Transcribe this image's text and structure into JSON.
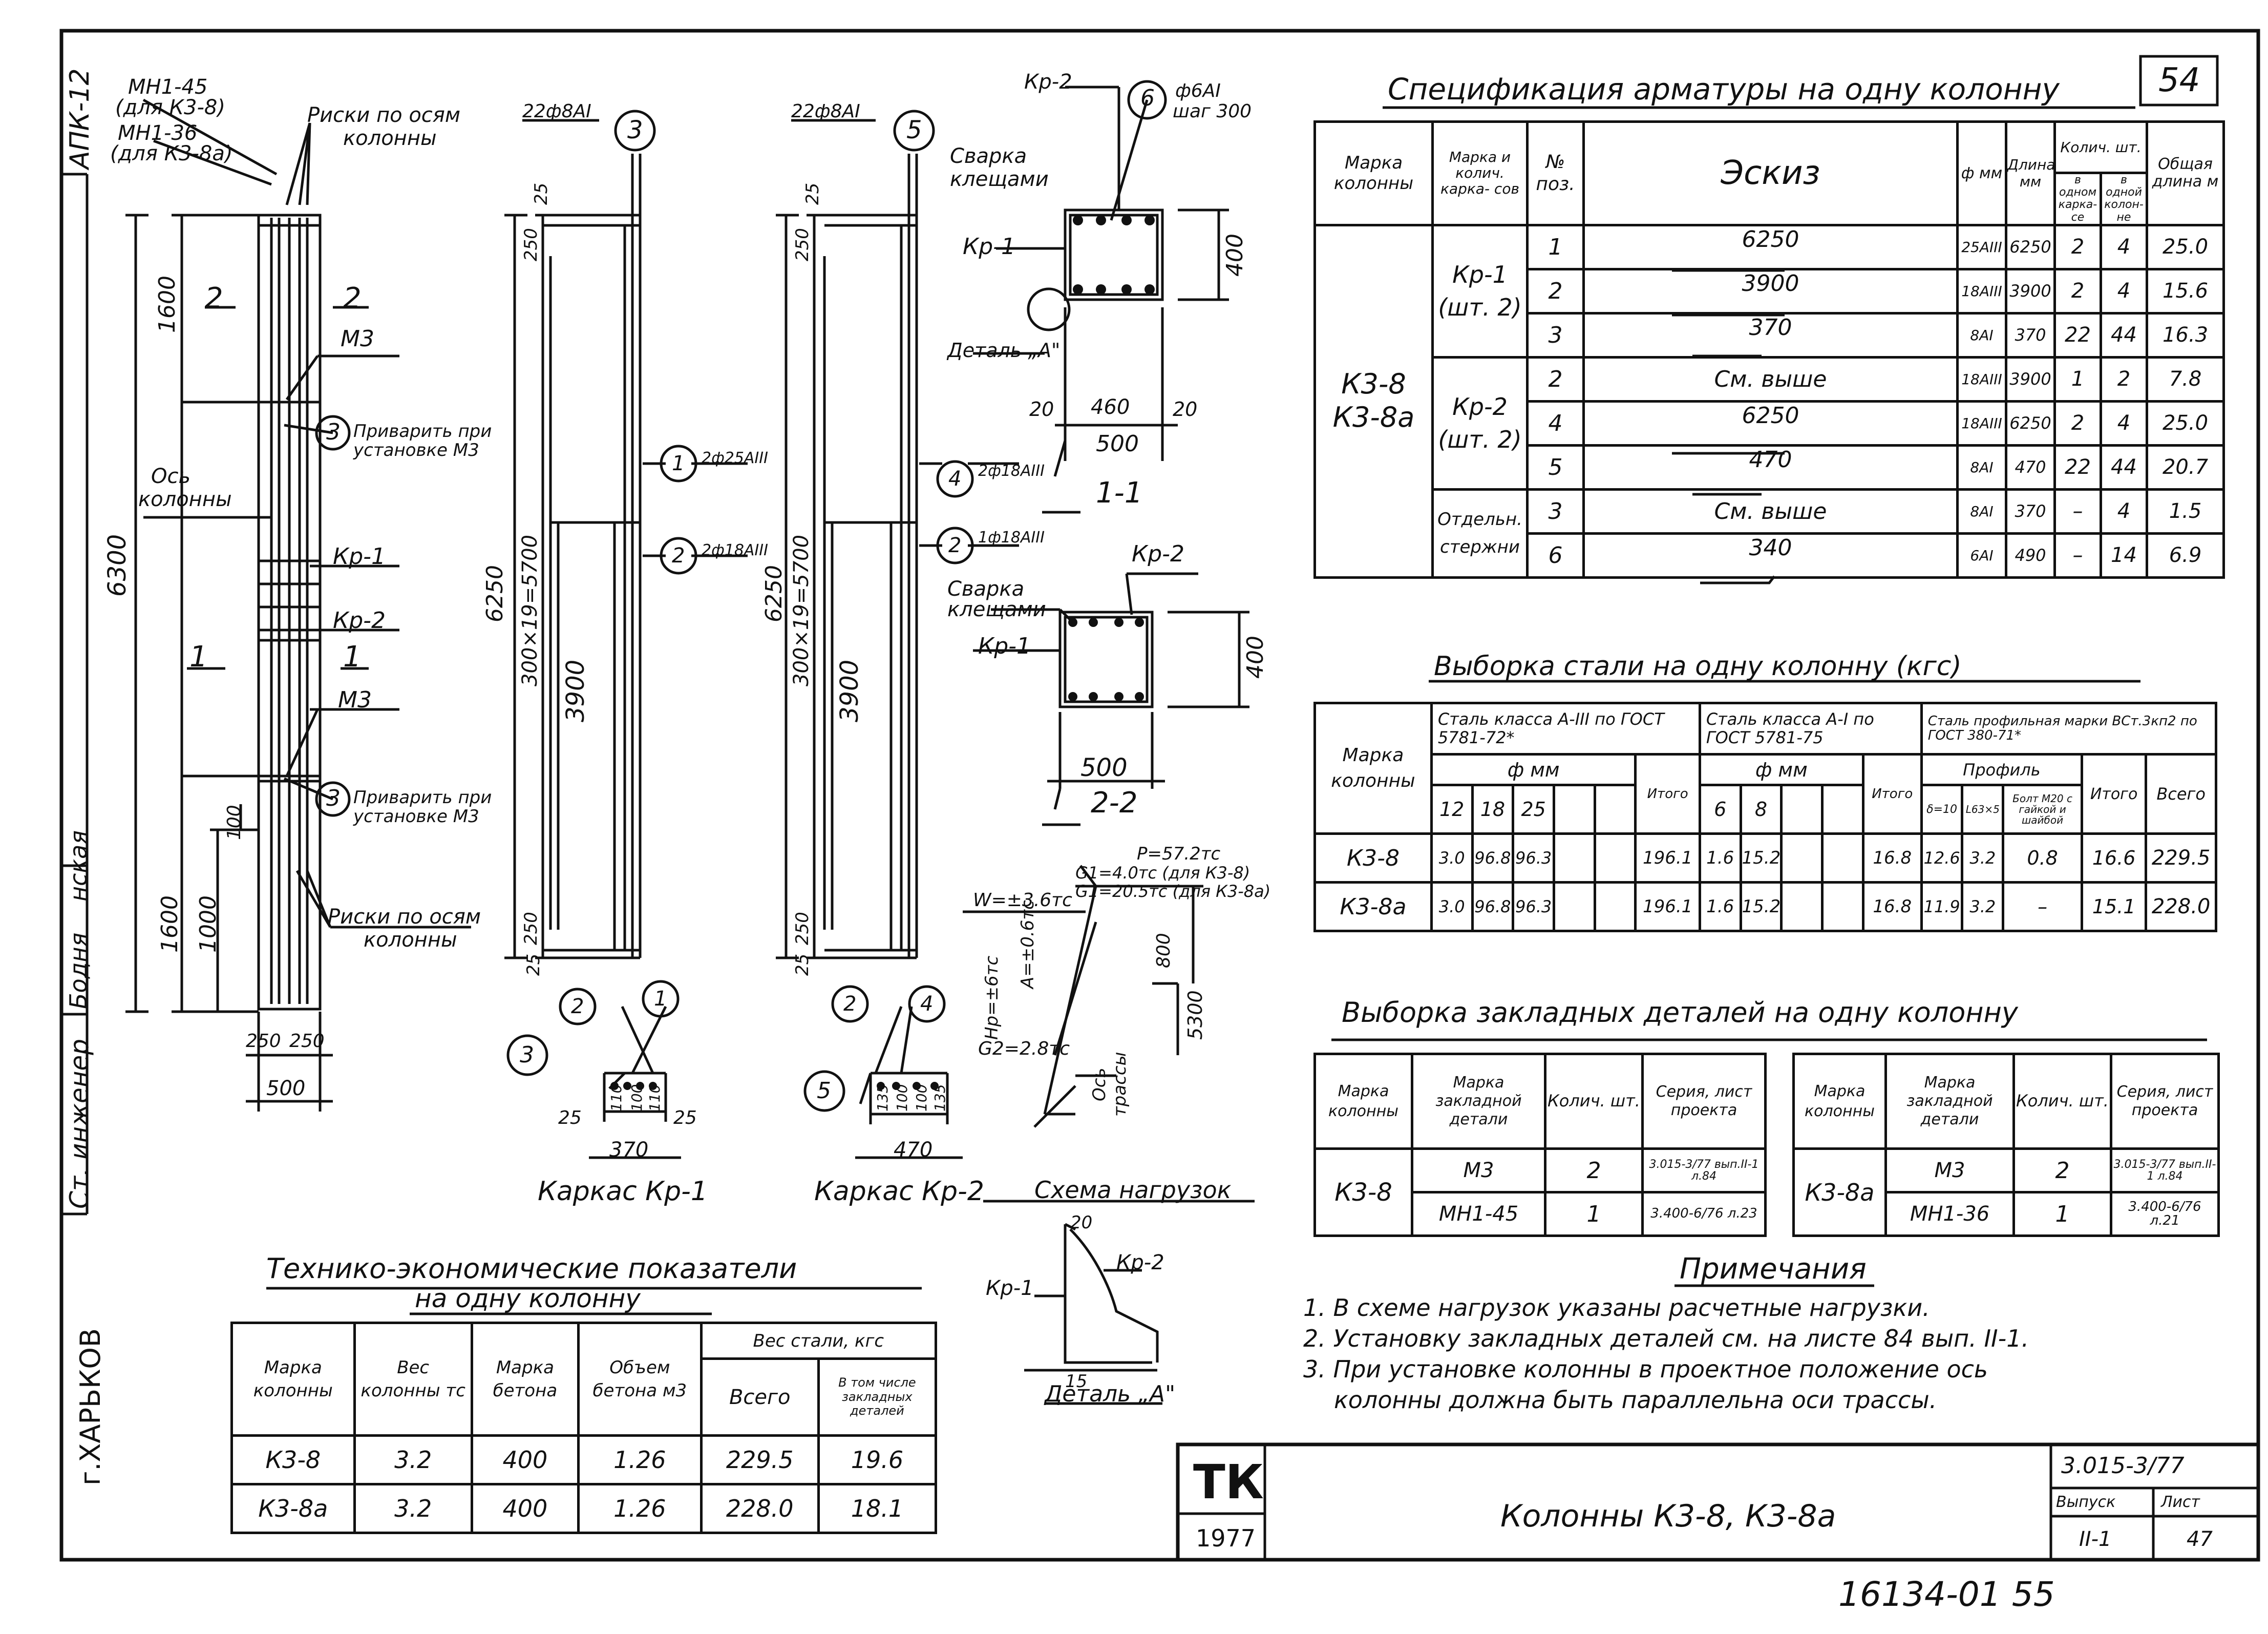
{
  "page_number": "54",
  "bottom_number": "16134-01  55",
  "left_strip": {
    "project": "АПК-12",
    "city": "г.ХАРЬКОВ",
    "position": "Ст. инженер",
    "name": "Бодня",
    "name2": "нская"
  },
  "column_view": {
    "lbl_mn145": "МН1-45",
    "lbl_for_k38": "(для К3-8)",
    "lbl_mn136": "МН1-36",
    "lbl_for_k38a": "(для К3-8а)",
    "lbl_riski_top": "Риски по осям",
    "lbl_riski_top2": "колонны",
    "dim_1600_top": "1600",
    "sec2_a": "2",
    "sec2_b": "2",
    "lbl_m3_top": "М3",
    "c3_top": "3",
    "weld_top": "Приварить при",
    "weld_top2": "установке М3",
    "lbl_os": "Ось",
    "lbl_os2": "колонны",
    "dim_6300": "6300",
    "lbl_kr1": "Кр-1",
    "lbl_kr2": "Кр-2",
    "sec1_a": "1",
    "sec1_b": "1",
    "lbl_m3_bot": "М3",
    "c3_bot": "3",
    "weld_bot": "Приварить при",
    "weld_bot2": "установке М3",
    "dim_1600_bot": "1600",
    "dim_1000": "1000",
    "dim_100": "100",
    "lbl_riski_bot": "Риски по осям",
    "lbl_riski_bot2": "колонны",
    "dim_250a": "250",
    "dim_250b": "250",
    "dim_500": "500"
  },
  "kr1_frame": {
    "title": "Каркас Кр-1",
    "top_bar": "22ф8АI",
    "c3": "3",
    "dim_25_top": "25",
    "dim_250_top": "250",
    "dim_6250": "6250",
    "dim_pitch": "300×19=5700",
    "dim_3900": "3900",
    "dim_250_bot": "250",
    "dim_25_bot": "25",
    "c1": "1",
    "bar1": "2ф25АIII",
    "c2": "2",
    "bar2": "2ф18АIII",
    "sec_c2": "2",
    "sec_c1": "1",
    "sec_c3": "3",
    "sec_25a": "25",
    "sec_110a": "110",
    "sec_100": "100",
    "sec_110b": "110",
    "sec_25b": "25",
    "sec_370": "370"
  },
  "kr2_frame": {
    "title": "Каркас Кр-2",
    "top_bar": "22ф8АI",
    "c5": "5",
    "dim_25_top": "25",
    "dim_250_top": "250",
    "dim_6250": "6250",
    "dim_pitch": "300×19=5700",
    "dim_3900": "3900",
    "dim_250_bot": "250",
    "dim_25_bot": "25",
    "c4": "4",
    "bar4": "2ф18АIII",
    "c2": "2",
    "bar2": "1ф18АIII",
    "sec_c2": "2",
    "sec_c4": "4",
    "sec_c5": "5",
    "sec_135a": "135",
    "sec_100a": "100",
    "sec_100b": "100",
    "sec_135b": "135",
    "sec_470": "470"
  },
  "section_11": {
    "lbl_kr2": "Кр-2",
    "c6": "6",
    "stirrup": "ф6АI",
    "step": "шаг 300",
    "weld": "Сварка",
    "weld2": "клещами",
    "lbl_kr1": "Кр-1",
    "detail": "Деталь „А\"",
    "dim_400": "400",
    "dim_20a": "20",
    "dim_460": "460",
    "dim_20b": "20",
    "dim_500": "500",
    "title": "1-1"
  },
  "section_22": {
    "weld": "Сварка",
    "weld2": "клещами",
    "lbl_kr2": "Кр-2",
    "lbl_kr1": "Кр-1",
    "dim_400": "400",
    "dim_500": "500",
    "title": "2-2"
  },
  "load_scheme": {
    "title": "Схема нагрузок",
    "p": "P=57.2тс",
    "g1a": "G1=4.0тс (для К3-8)",
    "g1b": "G1=20.5тс (для К3-8а)",
    "w": "W=±3.6тс",
    "hp": "Hр=±6тс",
    "a": "A=±0.6тс",
    "g2": "G2=2.8тс",
    "axis": "Ось",
    "axis2": "трассы",
    "dim_800": "800",
    "dim_5300": "5300"
  },
  "detail_a": {
    "title": "Деталь „А\"",
    "lbl_kr2": "Кр-2",
    "lbl_kr1": "Кр-1",
    "dim_20": "20",
    "dim_15": "15"
  },
  "spec": {
    "title": "Спецификация арматуры на одну колонну",
    "headers": {
      "mark": "Марка колонны",
      "frame": "Марка и колич. карка- сов",
      "pos": "№ поз.",
      "sketch": "Эскиз",
      "diam": "ф мм",
      "length": "Длина мм",
      "qty": "Колич. шт.",
      "qty_frame": "в одном карка- се",
      "qty_col": "в одной колон- не",
      "total": "Общая длина м"
    },
    "column_mark": "К3-8 К3-8а",
    "groups": [
      {
        "frame": "Кр-1 (шт. 2)",
        "rows": [
          {
            "pos": "1",
            "sketch": "6250",
            "diam": "25АIII",
            "len": "6250",
            "q1": "2",
            "q2": "4",
            "total": "25.0"
          },
          {
            "pos": "2",
            "sketch": "3900",
            "diam": "18АIII",
            "len": "3900",
            "q1": "2",
            "q2": "4",
            "total": "15.6"
          },
          {
            "pos": "3",
            "sketch": "370",
            "diam": "8АI",
            "len": "370",
            "q1": "22",
            "q2": "44",
            "total": "16.3"
          }
        ]
      },
      {
        "frame": "Кр-2 (шт. 2)",
        "rows": [
          {
            "pos": "2",
            "sketch": "См. выше",
            "diam": "18АIII",
            "len": "3900",
            "q1": "1",
            "q2": "2",
            "total": "7.8"
          },
          {
            "pos": "4",
            "sketch": "6250",
            "diam": "18АIII",
            "len": "6250",
            "q1": "2",
            "q2": "4",
            "total": "25.0"
          },
          {
            "pos": "5",
            "sketch": "470",
            "diam": "8АI",
            "len": "470",
            "q1": "22",
            "q2": "44",
            "total": "20.7"
          }
        ]
      },
      {
        "frame": "Отдельн. стержни",
        "rows": [
          {
            "pos": "3",
            "sketch": "См. выше",
            "diam": "8АI",
            "len": "370",
            "q1": "–",
            "q2": "4",
            "total": "1.5"
          },
          {
            "pos": "6",
            "sketch": "340",
            "diam": "6АI",
            "len": "490",
            "q1": "–",
            "q2": "14",
            "total": "6.9"
          }
        ]
      }
    ]
  },
  "steel": {
    "title": "Выборка стали на одну колонну (кгс)",
    "h_mark": "Марка колонны",
    "h_a3": "Сталь класса А-III по ГОСТ 5781-72*",
    "h_a1": "Сталь класса А-I по ГОСТ 5781-75",
    "h_prof": "Сталь профильная марки ВСт.3кп2 по ГОСТ 380-71*",
    "h_mm1": "ф мм",
    "h_mm2": "ф мм",
    "h_profil": "Профиль",
    "h_d12": "12",
    "h_d18": "18",
    "h_d25": "25",
    "h_itogo1": "Итого",
    "h_d6": "6",
    "h_d8": "8",
    "h_itogo2": "Итого",
    "h_s10": "δ=10",
    "h_l63": "L63×5",
    "h_bolt": "Болт М20 с гайкой и шайбой",
    "h_itogo3": "Итого",
    "h_vsego": "Всего",
    "rows": [
      {
        "mark": "К3-8",
        "d12": "3.0",
        "d18": "96.8",
        "d25": "96.3",
        "it1": "196.1",
        "d6": "1.6",
        "d8": "15.2",
        "it2": "16.8",
        "s10": "12.6",
        "l63": "3.2",
        "bolt": "0.8",
        "it3": "16.6",
        "total": "229.5"
      },
      {
        "mark": "К3-8а",
        "d12": "3.0",
        "d18": "96.8",
        "d25": "96.3",
        "it1": "196.1",
        "d6": "1.6",
        "d8": "15.2",
        "it2": "16.8",
        "s10": "11.9",
        "l63": "3.2",
        "bolt": "–",
        "it3": "15.1",
        "total": "228.0"
      }
    ]
  },
  "embedded": {
    "title": "Выборка закладных деталей на одну колонну",
    "h_mark": "Марка колонны",
    "h_detail": "Марка закладной детали",
    "h_qty": "Колич. шт.",
    "h_series": "Серия, лист проекта",
    "left": {
      "col": "К3-8",
      "rows": [
        {
          "detail": "М3",
          "qty": "2",
          "series": "3.015-3/77 вып.II-1 л.84"
        },
        {
          "detail": "МН1-45",
          "qty": "1",
          "series": "3.400-6/76 л.23"
        }
      ]
    },
    "right": {
      "col": "К3-8а",
      "rows": [
        {
          "detail": "М3",
          "qty": "2",
          "series": "3.015-3/77 вып.II-1 л.84"
        },
        {
          "detail": "МН1-36",
          "qty": "1",
          "series": "3.400-6/76 л.21"
        }
      ]
    }
  },
  "notes": {
    "title": "Примечания",
    "items": [
      "1. В схеме нагрузок указаны расчетные нагрузки.",
      "2. Установку закладных деталей см. на листе 84 вып. II-1.",
      "3. При установке колонны в проектное положение ось",
      "колонны должна быть параллельна оси трассы."
    ]
  },
  "tech": {
    "title": "Технико-экономические показатели",
    "subtitle": "на одну колонну",
    "h_mark": "Марка колонны",
    "h_weight": "Вес колонны тс",
    "h_concrete": "Марка бетона",
    "h_volume": "Объем бетона м3",
    "h_steel": "Вес стали, кгс",
    "h_total": "Всего",
    "h_incl": "В том числе закладных деталей",
    "rows": [
      {
        "mark": "К3-8",
        "weight": "3.2",
        "concrete": "400",
        "volume": "1.26",
        "total": "229.5",
        "incl": "19.6"
      },
      {
        "mark": "К3-8а",
        "weight": "3.2",
        "concrete": "400",
        "volume": "1.26",
        "total": "228.0",
        "incl": "18.1"
      }
    ]
  },
  "stamp": {
    "logo": "ТК",
    "year": "1977",
    "title": "Колонны К3-8, К3-8а",
    "series": "3.015-3/77",
    "vypusk_h": "Выпуск",
    "list_h": "Лист",
    "vypusk": "II-1",
    "list": "47"
  }
}
